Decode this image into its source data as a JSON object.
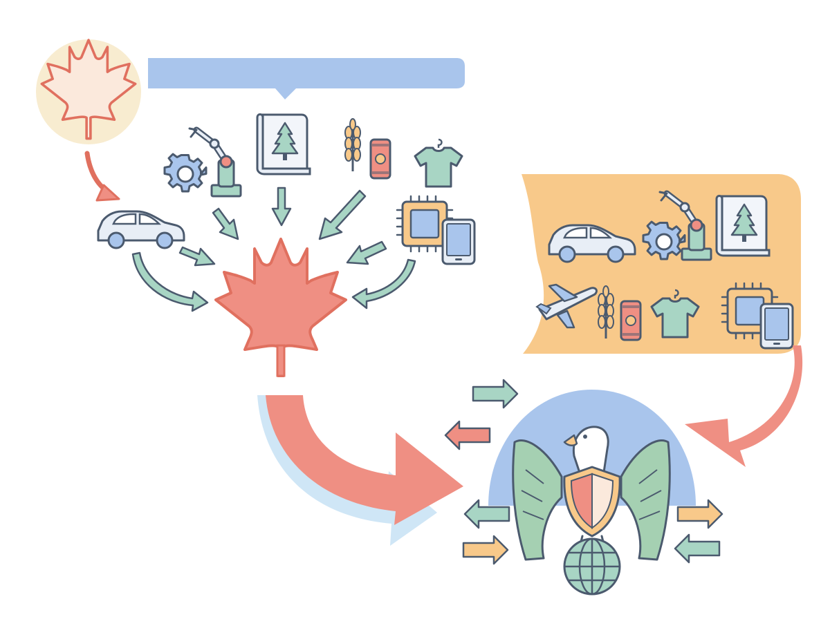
{
  "diagram": {
    "nodes": [
      {
        "id": "canada-badge",
        "icon": "maple-leaf-half-icon"
      },
      {
        "id": "canada-hub",
        "icon": "maple-leaf-icon"
      },
      {
        "id": "us-hub",
        "icon": "eagle-shield-icon"
      },
      {
        "id": "globe",
        "icon": "globe-icon"
      },
      {
        "id": "callout-banner",
        "icon": "speech-banner"
      }
    ],
    "input_sectors": [
      "car-icon",
      "gear-icon",
      "robot-arm-icon",
      "lumber-scroll-icon",
      "wheat-icon",
      "soda-can-icon",
      "tshirt-icon",
      "microchip-icon",
      "tablet-icon"
    ],
    "export_sectors": [
      "car-icon",
      "gear-icon",
      "robot-arm-icon",
      "lumber-scroll-icon",
      "airplane-icon",
      "wheat-icon",
      "soda-can-icon",
      "tshirt-icon",
      "microchip-icon",
      "tablet-icon"
    ],
    "edges": [
      {
        "from": "canada-badge",
        "to": "car-icon"
      },
      {
        "from": "input-sectors",
        "to": "canada-hub"
      },
      {
        "from": "canada-hub",
        "to": "us-hub"
      },
      {
        "from": "export-panel",
        "to": "us-hub"
      }
    ],
    "colors": {
      "red": "#ef8f83",
      "green": "#a8d5c4",
      "blue": "#a9c5ec",
      "light_blue": "#cfe6f6",
      "orange": "#f8c98a",
      "cream": "#f8ecd0",
      "outline": "#4b5a6e",
      "eagle_green": "#a5d0b2"
    }
  }
}
